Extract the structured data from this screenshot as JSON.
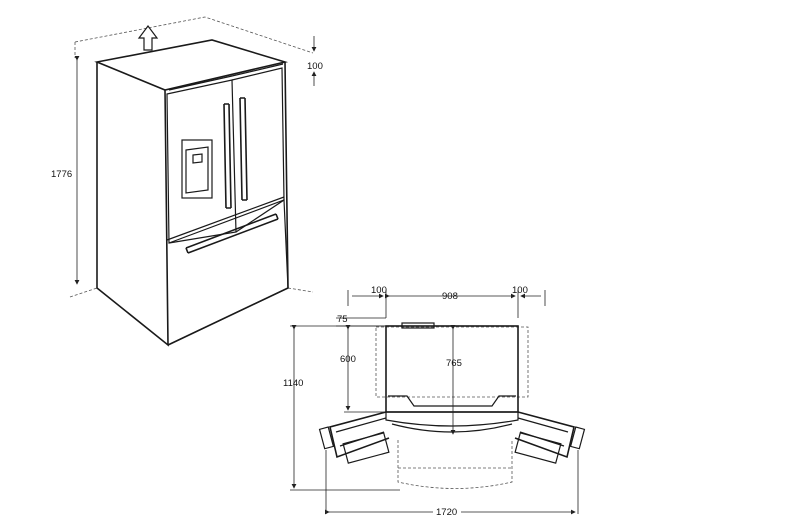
{
  "dimensions": {
    "top_clearance": "100",
    "height": "1776",
    "side_clearance_left": "100",
    "width": "908",
    "side_clearance_right": "100",
    "rear_clearance": "75",
    "depth_cabinet": "600",
    "depth_total": "765",
    "depth_doors_open": "1140",
    "width_doors_open": "1720"
  }
}
